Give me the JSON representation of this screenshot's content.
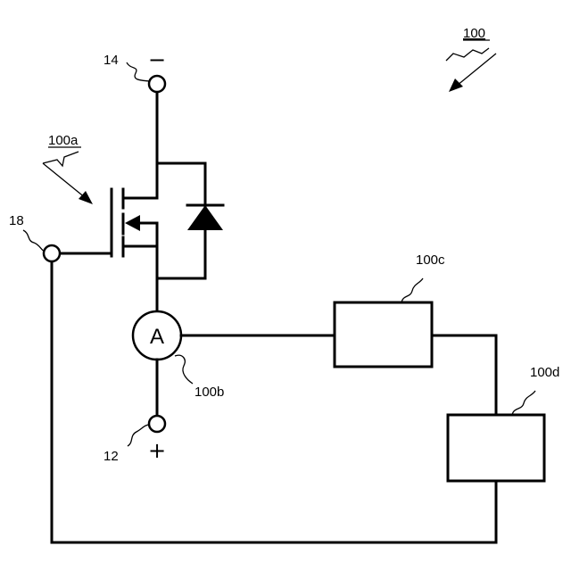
{
  "labels": {
    "device": "100",
    "transistor": "100a",
    "ammeter_ref": "100b",
    "block_c": "100c",
    "block_d": "100d",
    "terminal_neg": "14",
    "terminal_pos": "12",
    "gate_terminal": "18"
  },
  "symbols": {
    "minus": "−",
    "plus": "+",
    "ammeter": "A"
  }
}
